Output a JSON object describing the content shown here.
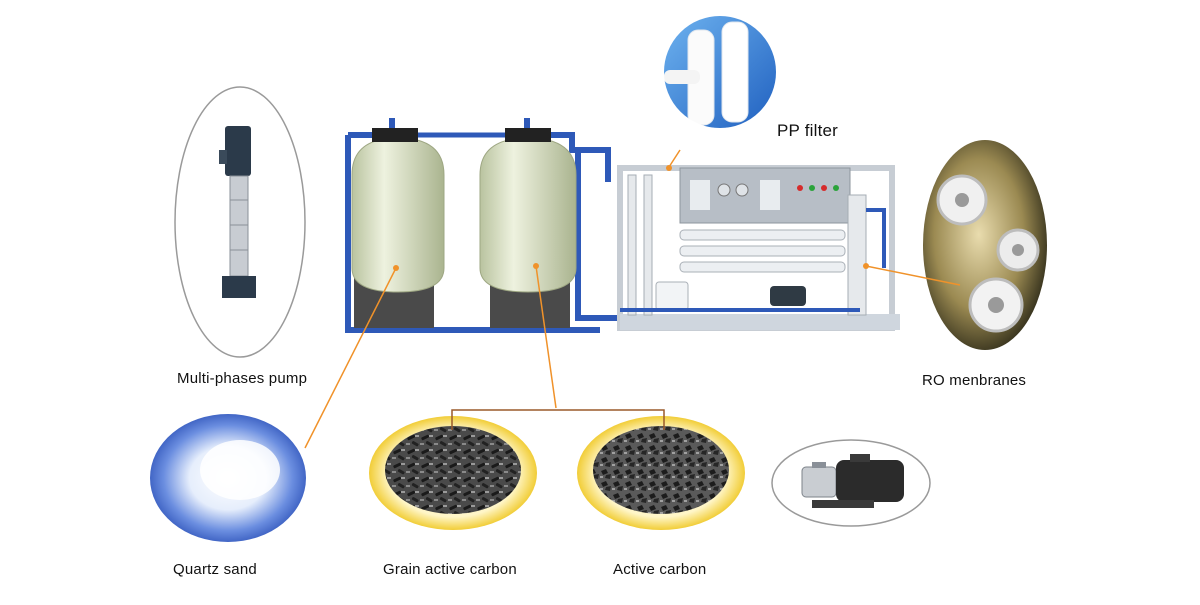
{
  "labels": {
    "pp_filter": "PP filter",
    "multi_phases_pump": "Multi-phases pump",
    "ro_membranes": "RO menbranes",
    "quartz_sand": "Quartz sand",
    "grain_active_carbon": "Grain active carbon",
    "active_carbon": "Active carbon"
  },
  "colors": {
    "leader_line": "#f0922a",
    "bracket_line": "#9a5a2a",
    "pipe": "#2e59b8",
    "tank_body": "#d9e2c5",
    "tank_base": "#4a4a4a",
    "frame": "#cfd6de",
    "panel": "#b7bec6",
    "carbon_ring": "#f2cf3d",
    "quartz_blue": "#2a4fb6",
    "ellipse_border": "#9a9a9a"
  }
}
